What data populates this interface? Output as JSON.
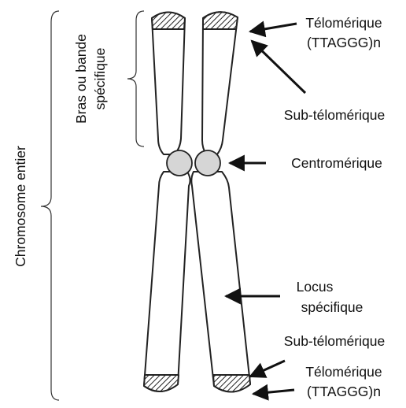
{
  "colors": {
    "outline": "#222222",
    "centromere_fill": "#d6d6d6",
    "background": "#ffffff"
  },
  "labels": {
    "telomeric_top_line1": "Télomérique",
    "telomeric_top_line2": "(TTAGGG)n",
    "subtelomeric_top": "Sub-télomérique",
    "centromeric": "Centromérique",
    "locus_line1": "Locus",
    "locus_line2": "spécifique",
    "subtelomeric_bottom": "Sub-télomérique",
    "telomeric_bottom_line1": "Télomérique",
    "telomeric_bottom_line2": "(TTAGGG)n",
    "arm_line1": "Bras ou bande",
    "arm_line2": "spécifique",
    "whole_chromosome": "Chromosome entier"
  }
}
